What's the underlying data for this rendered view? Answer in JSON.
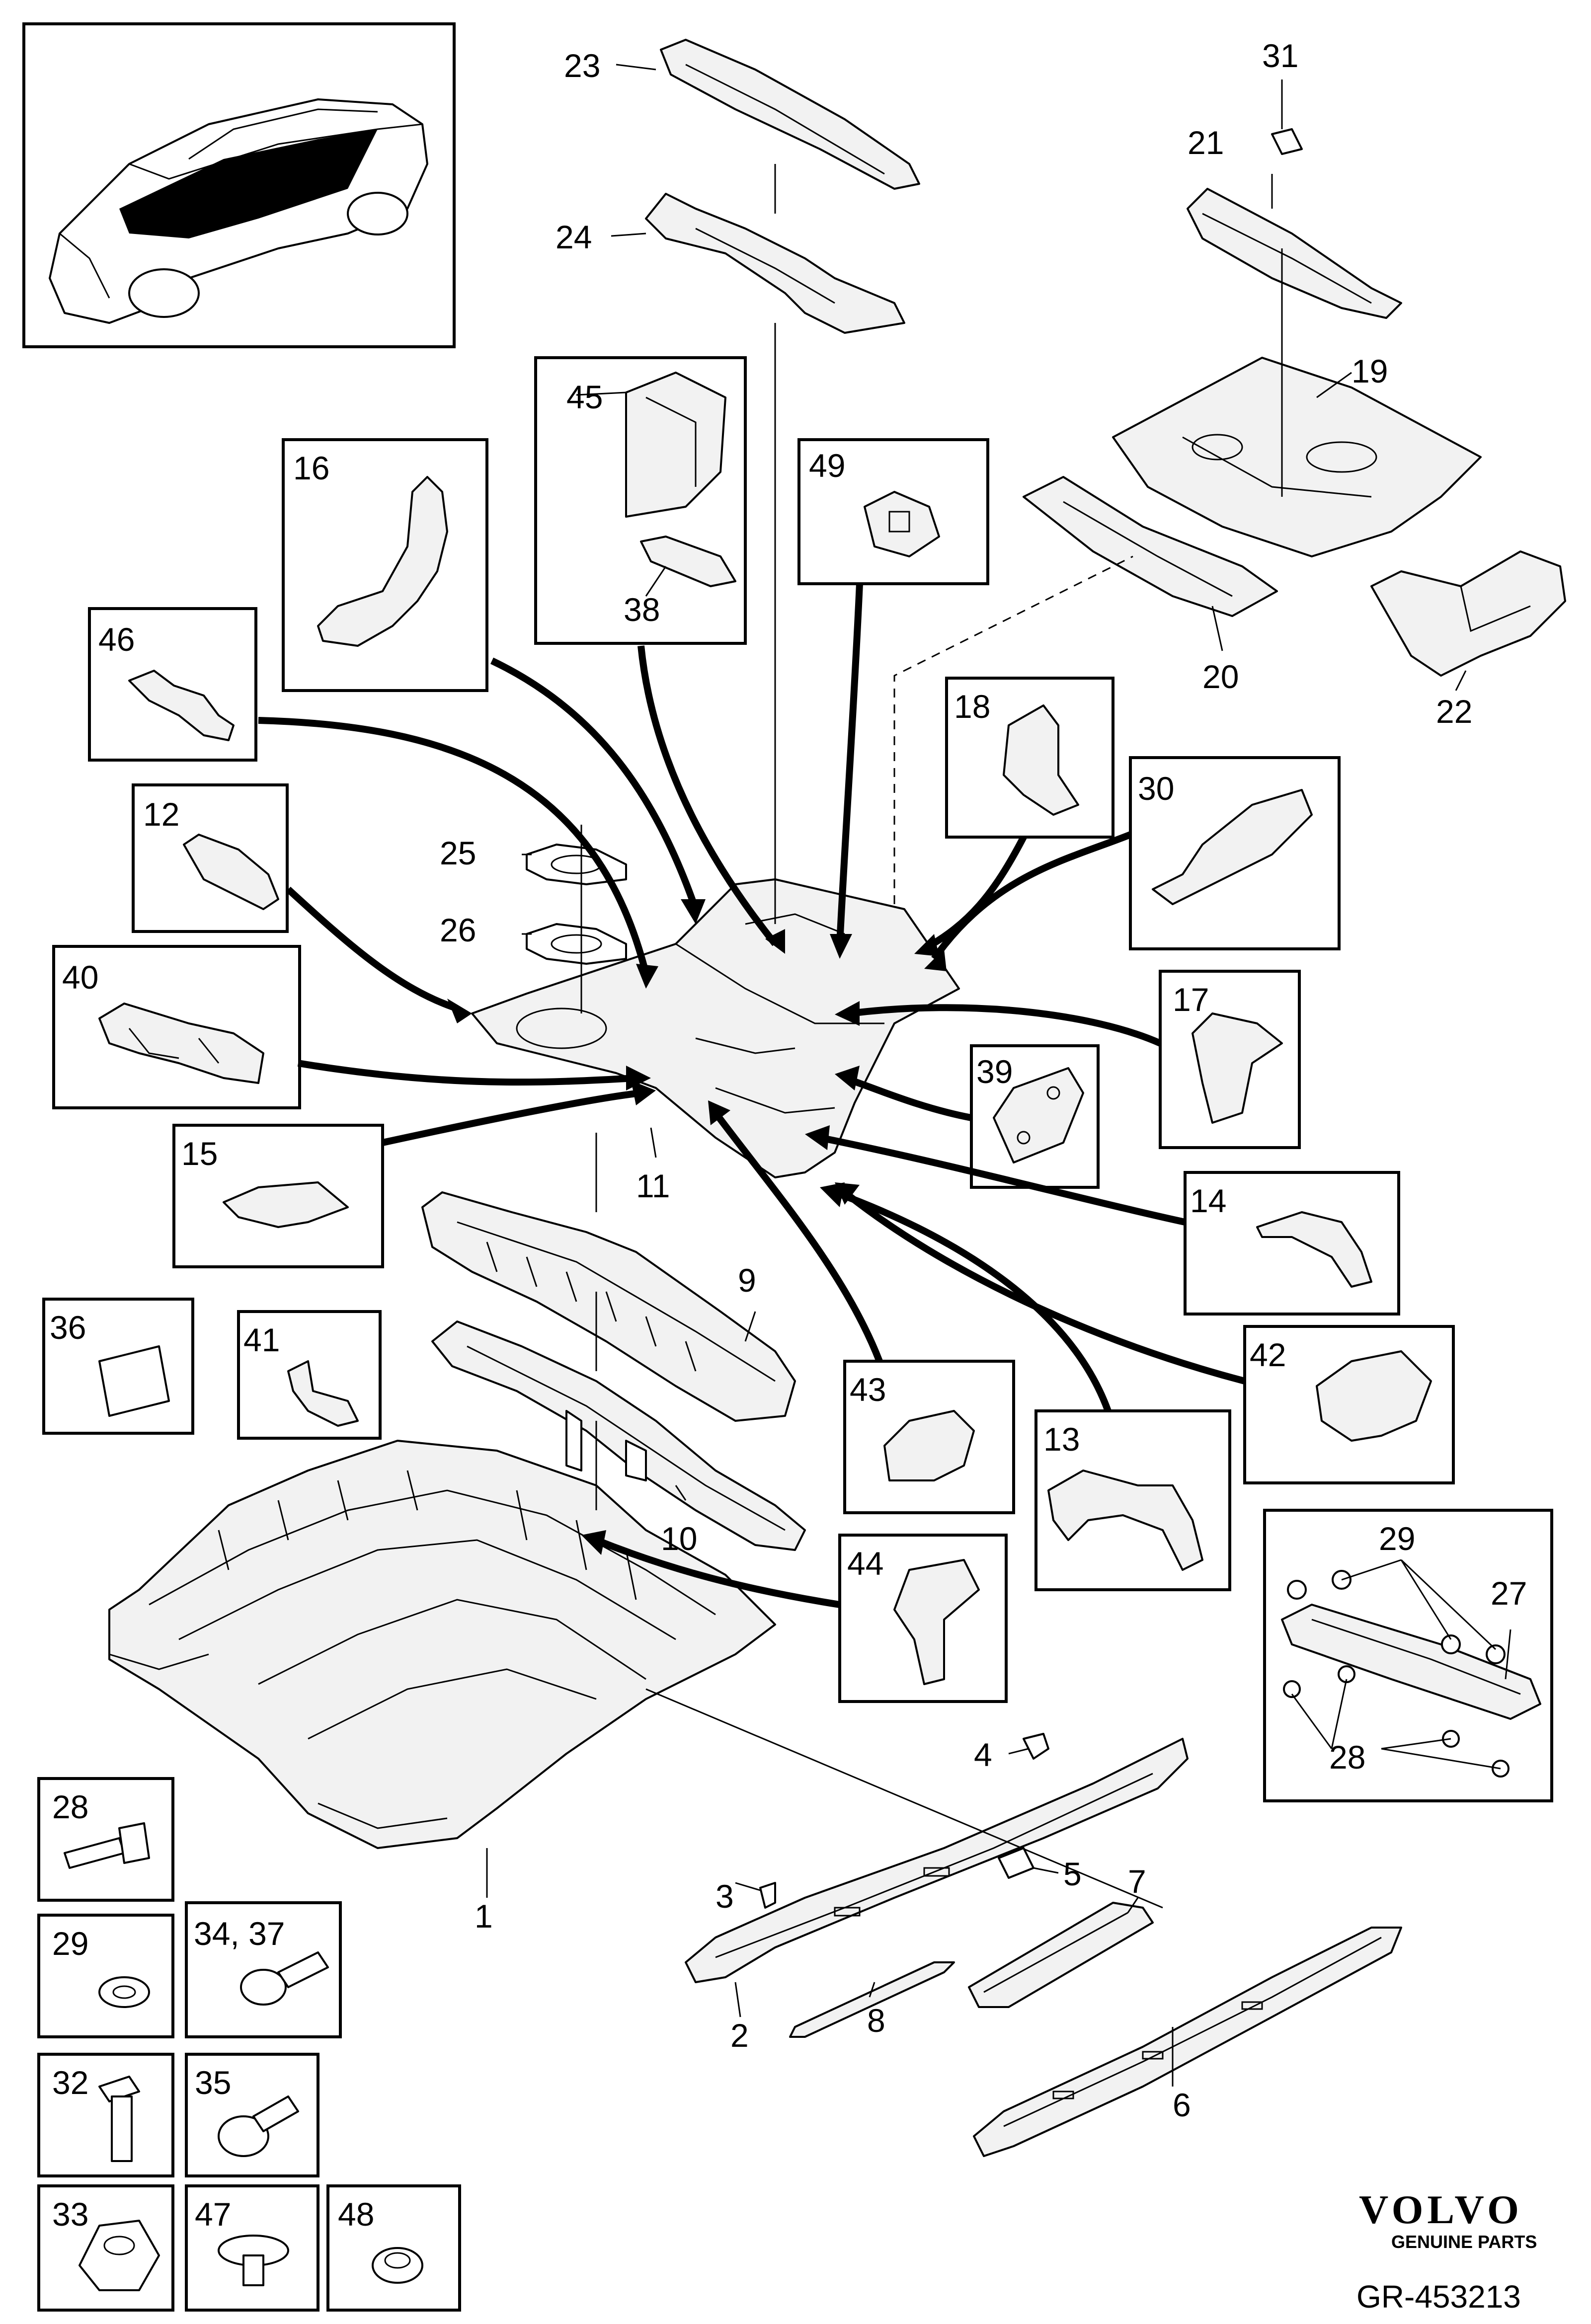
{
  "labels": {
    "p1": "1",
    "p2": "2",
    "p3": "3",
    "p4": "4",
    "p5": "5",
    "p6": "6",
    "p7": "7",
    "p8": "8",
    "p9": "9",
    "p10": "10",
    "p11": "11",
    "p12": "12",
    "p13": "13",
    "p14": "14",
    "p15": "15",
    "p16": "16",
    "p17": "17",
    "p18": "18",
    "p19": "19",
    "p20": "20",
    "p21": "21",
    "p22": "22",
    "p23": "23",
    "p24": "24",
    "p25": "25",
    "p26": "26",
    "p27": "27",
    "p28": "28",
    "p28b": "28",
    "p29": "29",
    "p29b": "29",
    "p30": "30",
    "p31": "31",
    "p32": "32",
    "p33": "33",
    "p34_37": "34, 37",
    "p35": "35",
    "p36": "36",
    "p38": "38",
    "p39": "39",
    "p40": "40",
    "p41": "41",
    "p42": "42",
    "p43": "43",
    "p44": "44",
    "p45": "45",
    "p46": "46",
    "p47": "47",
    "p48": "48",
    "p49": "49"
  },
  "brand": {
    "name": "VOLVO",
    "tagline": "GENUINE PARTS"
  },
  "reference": "GR-453213",
  "colors": {
    "ink": "#000000",
    "background": "#ffffff",
    "part_shade": "#f2f2f2"
  }
}
